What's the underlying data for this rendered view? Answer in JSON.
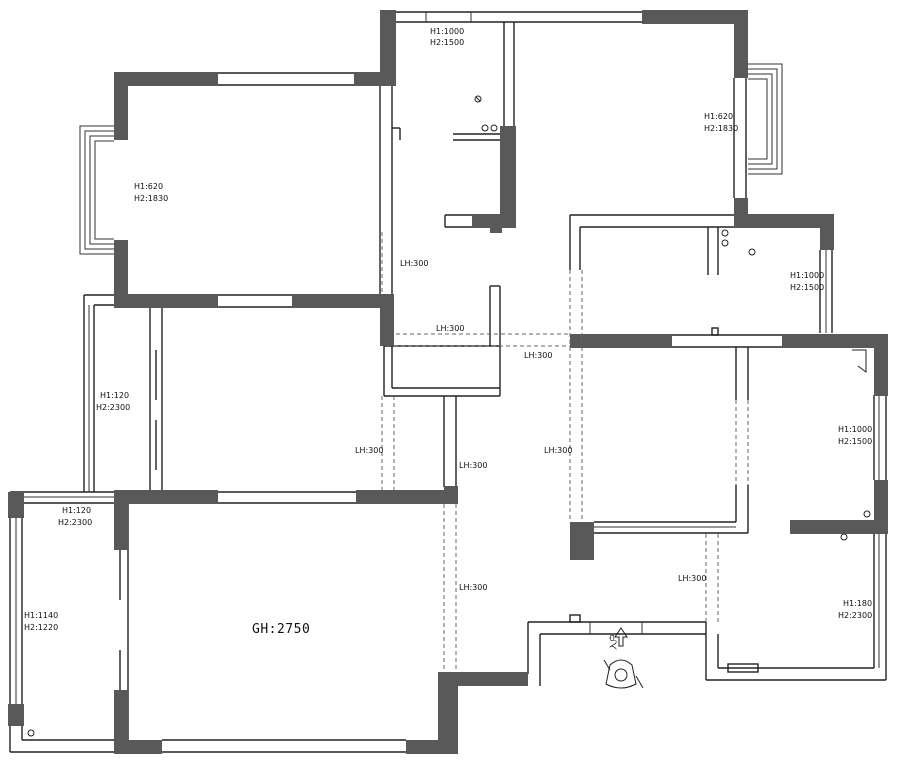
{
  "labels": {
    "top_window": [
      "H1:1000",
      "H2:1500"
    ],
    "bedroom_right_window": [
      "H1:620",
      "H2:1830"
    ],
    "bedroom_left_window": [
      "H1:620",
      "H2:1830"
    ],
    "bath_right_window": [
      "H1:1000",
      "H2:1500"
    ],
    "left_balcony_top": [
      "H1:120",
      "H2:2300"
    ],
    "left_balcony_bottom": [
      "H1:120",
      "H2:2300"
    ],
    "left_balcony_side": [
      "H1:1140",
      "H2:1220"
    ],
    "right_room_window": [
      "H1:1000",
      "H2:1500"
    ],
    "right_lower_window": [
      "H1:180",
      "H2:2300"
    ],
    "lh_corridor": "LH:300",
    "lh_center": "LH:300",
    "lh_mid": "LH:300",
    "lh_left": "LH:300",
    "lh_hall": "LH:300",
    "lh_center_right": "LH:300",
    "lh_hall_lower": "LH:300",
    "lh_lower_right": "LH:300",
    "ceiling_height": "GH:2750",
    "entrance": "入户"
  },
  "colors": {
    "wall": "#595959",
    "line": "#222222",
    "background": "#ffffff"
  },
  "icons": {
    "entry_person": "person-walking-icon",
    "entry_arrow": "arrow-up-icon",
    "socket": "socket-icon"
  }
}
